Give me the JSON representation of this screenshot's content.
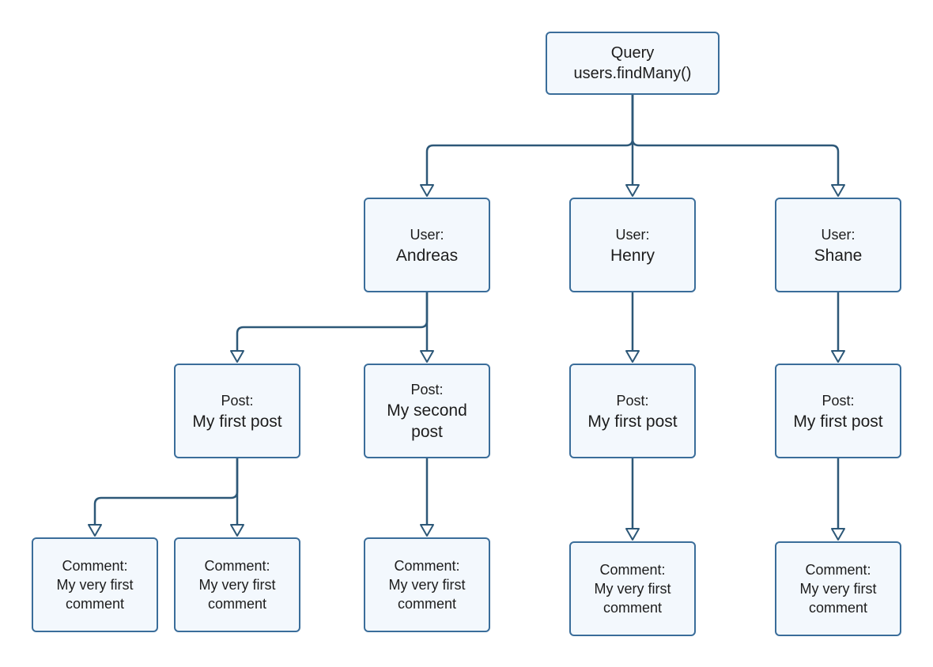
{
  "diagram": {
    "query": {
      "label": "Query",
      "value": "users.findMany()"
    },
    "users": [
      {
        "label": "User:",
        "value": "Andreas"
      },
      {
        "label": "User:",
        "value": "Henry"
      },
      {
        "label": "User:",
        "value": "Shane"
      }
    ],
    "posts": [
      {
        "label": "Post:",
        "value": "My first post"
      },
      {
        "label": "Post:",
        "value": "My second post"
      },
      {
        "label": "Post:",
        "value": "My first post"
      },
      {
        "label": "Post:",
        "value": "My first post"
      }
    ],
    "comments": [
      {
        "label": "Comment:",
        "value": "My very first comment"
      },
      {
        "label": "Comment:",
        "value": "My very first comment"
      },
      {
        "label": "Comment:",
        "value": "My very first comment"
      },
      {
        "label": "Comment:",
        "value": "My very first comment"
      },
      {
        "label": "Comment:",
        "value": "My very first comment"
      }
    ],
    "colors": {
      "stroke": "#3a6d9a",
      "edge": "#2d5878",
      "fill": "#f3f8fd",
      "text": "#1d1d1d"
    }
  }
}
